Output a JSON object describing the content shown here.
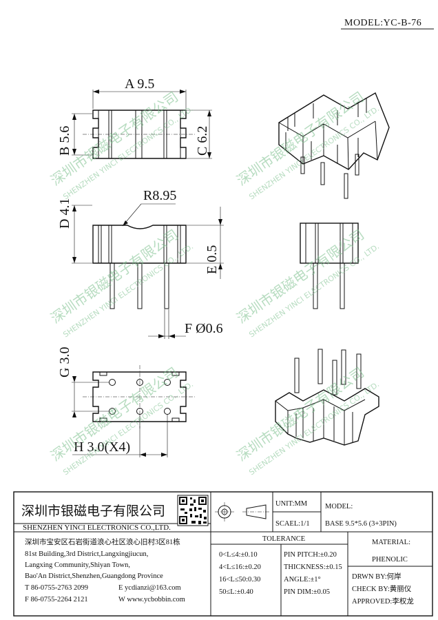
{
  "header": {
    "model": "MODEL:YC-B-76"
  },
  "dimensions": {
    "a": "A 9.5",
    "b": "B 5.6",
    "c": "C 6.2",
    "d": "D 4.1",
    "radius": "R8.95",
    "e": "E 0.5",
    "f": "F Ø0.6",
    "g": "G 3.0",
    "h": "H 3.0(X4)"
  },
  "watermark": {
    "cn": "深圳市银磁电子有限公司",
    "en": "SHENZHEN YINCI ELECTRONICS CO., LTD."
  },
  "title_block": {
    "company_cn": "深圳市银磁电子有限公司",
    "company_en": "SHENZHEN YINCI ELECTRONICS CO.,LTD.",
    "address_cn": "深圳市宝安区石岩街道浪心社区浪心旧村3区81栋",
    "address_en": [
      "81st Building,3rd District,Langxingjiucun,",
      "Langxing Community,Shiyan Town,",
      "Bao'An District,Shenzhen,Guangdong Province"
    ],
    "tel": "T 86-0755-2763 2099",
    "email": "E ycdianzi@163.com",
    "fax": "F 86-0755-2264 2121",
    "web": "W www.ycbobbin.com",
    "unit": "UNIT:MM",
    "scale": "SCAEL:1/1",
    "model_label": "MODEL:",
    "model_value": "BASE 9.5*5.6 (3+3PIN)",
    "material_label": "MATERIAL:",
    "material_value": "PHENOLIC",
    "tolerance_label": "TOLERANCE",
    "tolerances": [
      "0<L≤4:±0.10",
      "4<L≤16:±0.20",
      "16<L≤50:0.30",
      "50≤L:±0.40"
    ],
    "pin_specs": [
      "PIN PITCH:±0.20",
      "THICKNESS:±0.15",
      "ANGLE:±1°",
      "PIN DIM:±0.05"
    ],
    "drawn_by": "DRWN BY:何岸",
    "check_by": "CHECK BY:黄丽仪",
    "approved": "APPROVED:李权龙"
  }
}
